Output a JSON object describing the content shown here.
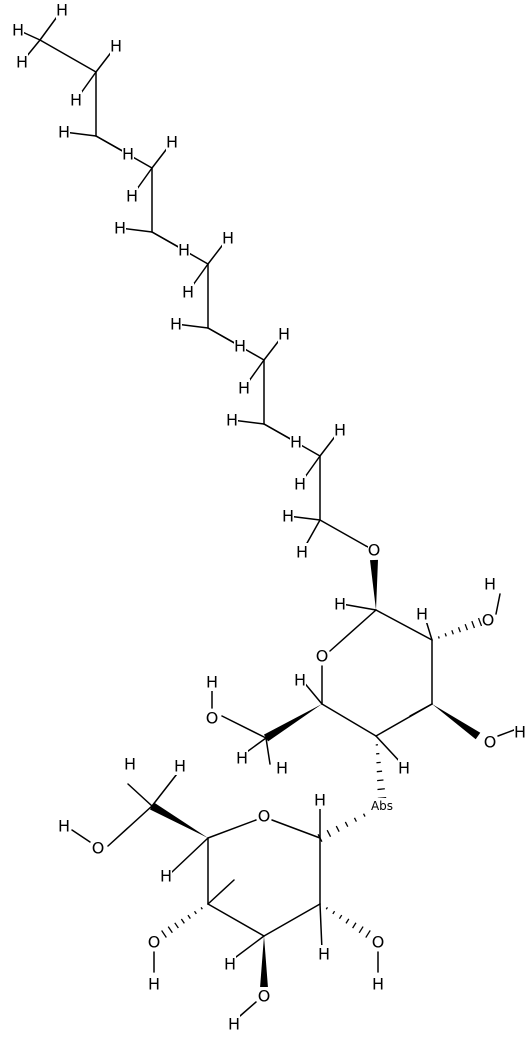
{
  "labels": {
    "H": "H",
    "O": "O",
    "abs": "Abs"
  }
}
